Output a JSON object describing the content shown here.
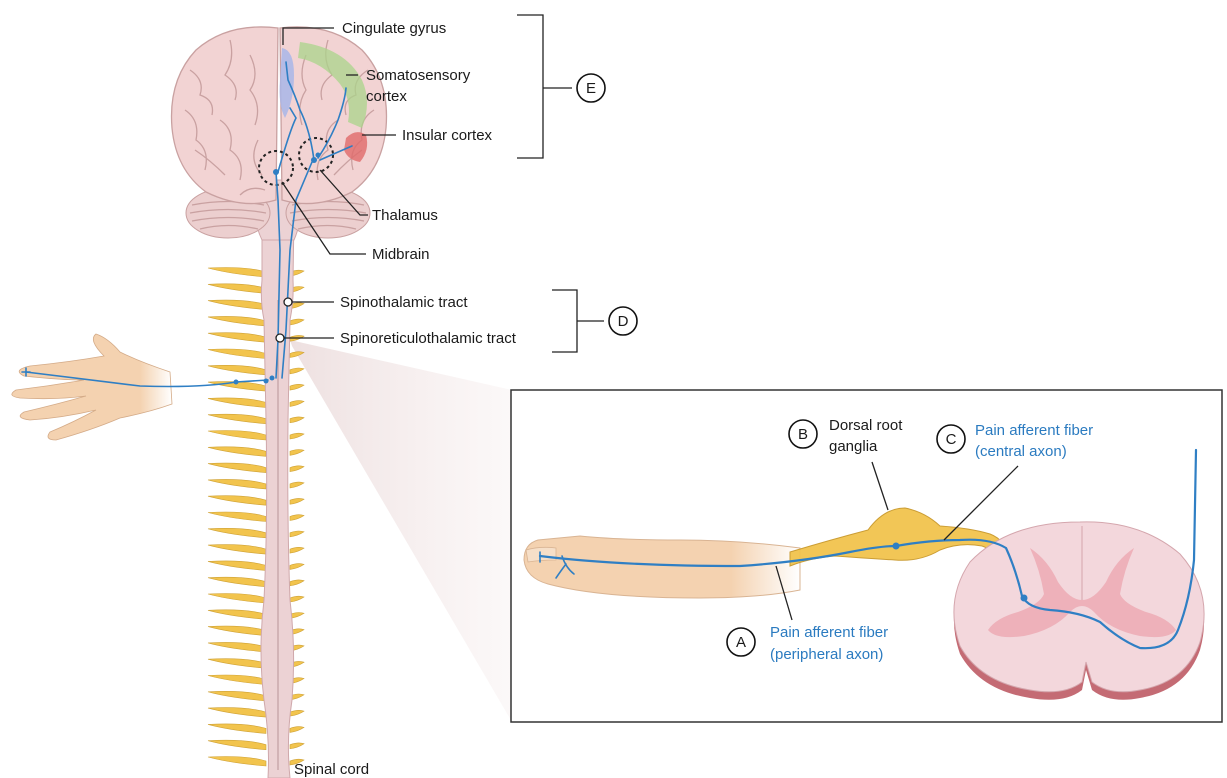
{
  "labels": {
    "cingulate": "Cingulate gyrus",
    "somato_1": "Somatosensory",
    "somato_2": "cortex",
    "insular": "Insular cortex",
    "thalamus": "Thalamus",
    "midbrain": "Midbrain",
    "spinothalamic": "Spinothalamic tract",
    "spinoreticulo": "Spinoreticulothalamic tract",
    "drg_1": "Dorsal root",
    "drg_2": "ganglia",
    "central_1": "Pain afferent fiber",
    "central_2": "(central axon)",
    "peripheral_1": "Pain afferent fiber",
    "peripheral_2": "(peripheral axon)",
    "spinal_cord": "Spinal cord"
  },
  "markers": {
    "A": "A",
    "B": "B",
    "C": "C",
    "D": "D",
    "E": "E"
  },
  "colors": {
    "brain": "#f2d3d3",
    "brain_outline": "#c9a1a1",
    "cord": "#ecd2d4",
    "nerve": "#f2c44d",
    "fiber": "#2f7fc4",
    "somatosensory": "#a9d48b",
    "insular": "#e06a6a",
    "cingulate": "#a9b6e8",
    "skin": "#f4d2b0",
    "blue_text": "#2b7bc0"
  }
}
